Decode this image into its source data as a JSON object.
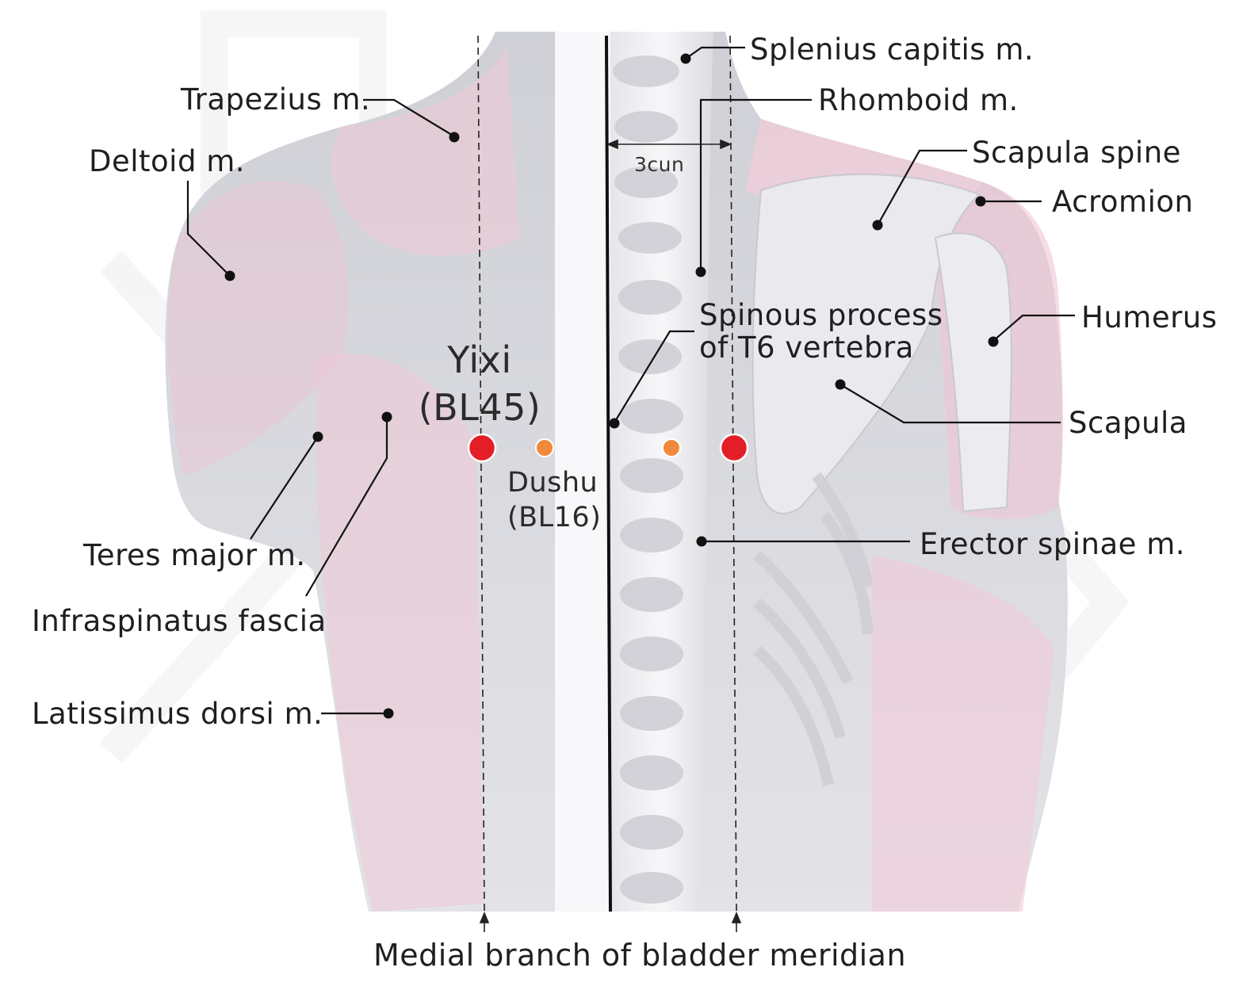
{
  "colors": {
    "acupoint_primary": "#e41e26",
    "acupoint_secondary": "#ef8a3c",
    "muscle_tint": "#f3ccd9",
    "bone_gray": "#d6d7dc",
    "line": "#111111"
  },
  "labels": {
    "trapezius": "Trapezius m.",
    "deltoid": "Deltoid m.",
    "teres_major": "Teres major m.",
    "infraspinatus": "Infraspinatus fascia",
    "latissimus": "Latissimus dorsi m.",
    "splenius": "Splenius capitis m.",
    "rhomboid": "Rhomboid m.",
    "scapula_spine": "Scapula spine",
    "acromion": "Acromion",
    "humerus": "Humerus",
    "scapula": "Scapula",
    "spinous_process_line1": "Spinous process",
    "spinous_process_line2": "of T6 vertebra",
    "erector_spinae": "Erector spinae m.",
    "measure": "3cun",
    "meridian": "Medial branch of bladder meridian"
  },
  "points": {
    "primary_name": "Yixi",
    "primary_code": "(BL45)",
    "secondary_name": "Dushu",
    "secondary_code": "(BL16)"
  }
}
